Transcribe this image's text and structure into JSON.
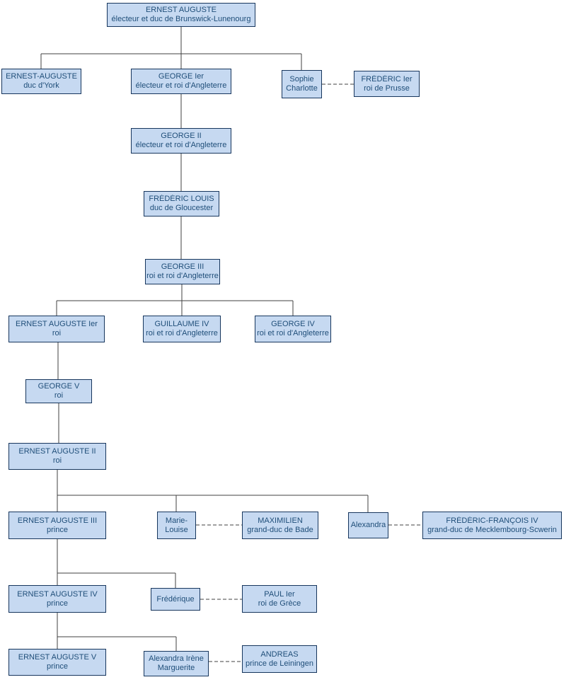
{
  "colors": {
    "background": "#ffffff",
    "box_fill": "#c6d9f1",
    "box_border": "#17365d",
    "box_shadow": "#2e75d6",
    "text": "#1f4e79",
    "line": "#404040"
  },
  "nodes": [
    {
      "name": "ERNEST AUGUSTE",
      "title": "électeur et duc de Brunswick-Lunenourg"
    },
    {
      "name": "ERNEST-AUGUSTE",
      "title": "duc d'York"
    },
    {
      "name": "GEORGE Ier",
      "title": "électeur et roi d'Angleterre"
    },
    {
      "name": "Sophie",
      "title": "Charlotte"
    },
    {
      "name": "FRÉDÉRIC Ier",
      "title": "roi de Prusse"
    },
    {
      "name": "GEORGE II",
      "title": "électeur et roi d'Angleterre"
    },
    {
      "name": "FRÉDÉRIC LOUIS",
      "title": "duc de Gloucester"
    },
    {
      "name": "GEORGE III",
      "title": "roi et roi d'Angleterre"
    },
    {
      "name": "ERNEST AUGUSTE Ier",
      "title": "roi"
    },
    {
      "name": "GUILLAUME IV",
      "title": "roi et roi d'Angleterre"
    },
    {
      "name": "GEORGE IV",
      "title": "roi et roi d'Angleterre"
    },
    {
      "name": "GEORGE V",
      "title": "roi"
    },
    {
      "name": "ERNEST AUGUSTE II",
      "title": "roi"
    },
    {
      "name": "ERNEST AUGUSTE III",
      "title": "prince"
    },
    {
      "name": "Marie-",
      "title": "Louise"
    },
    {
      "name": "MAXIMILIEN",
      "title": "grand-duc de Bade"
    },
    {
      "name": "Alexandra"
    },
    {
      "name": "FRÉDÉRIC-FRANÇOIS IV",
      "title": "grand-duc de Mecklembourg-Scwerin"
    },
    {
      "name": "ERNEST AUGUSTE IV",
      "title": "prince"
    },
    {
      "name": "Frédérique"
    },
    {
      "name": "PAUL Ier",
      "title": "roi de Grèce"
    },
    {
      "name": "ERNEST AUGUSTE V",
      "title": "prince"
    },
    {
      "name": "Alexandra Irène",
      "title": "Marguerite"
    },
    {
      "name": "ANDREAS",
      "title": "prince de Leiningen"
    }
  ]
}
